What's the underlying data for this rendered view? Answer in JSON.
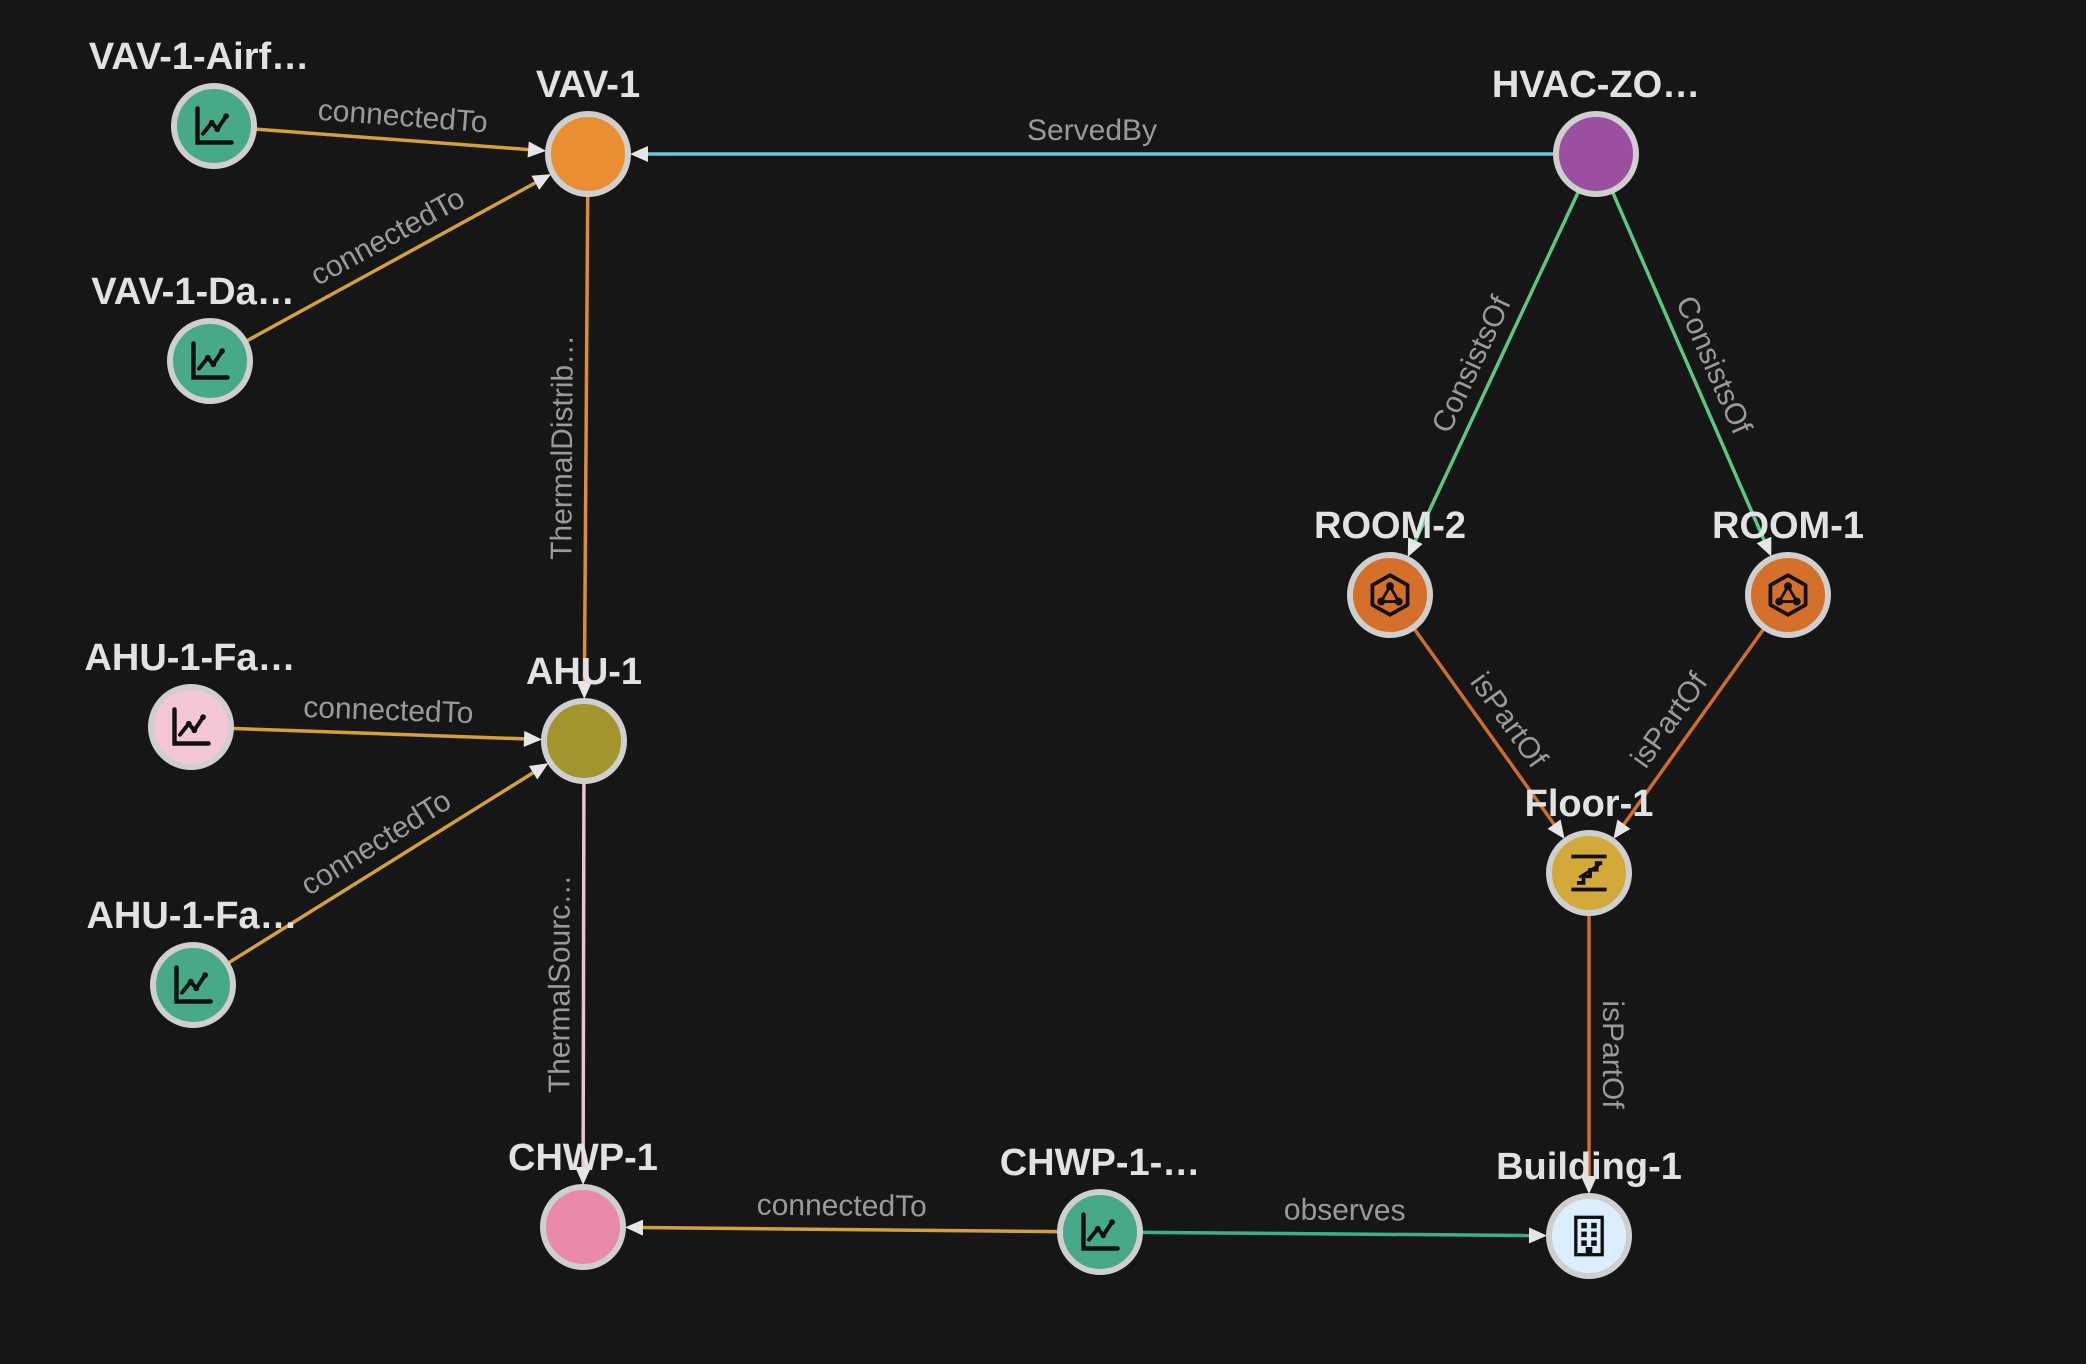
{
  "graph": {
    "nodes": {
      "vav1_airflow": {
        "label": "VAV-1-Airf…",
        "color": "#48a98a",
        "icon": "chart-line-icon"
      },
      "vav1_damper": {
        "label": "VAV-1-Da…",
        "color": "#48a98a",
        "icon": "chart-line-icon"
      },
      "vav1": {
        "label": "VAV-1",
        "color": "#e98e32",
        "icon": ""
      },
      "hvac_zone": {
        "label": "HVAC-ZO…",
        "color": "#9b4fa1",
        "icon": ""
      },
      "room2": {
        "label": "ROOM-2",
        "color": "#d4702a",
        "icon": "room-hexagon-icon"
      },
      "room1": {
        "label": "ROOM-1",
        "color": "#d4702a",
        "icon": "room-hexagon-icon"
      },
      "ahu1_fan_a": {
        "label": "AHU-1-Fa…",
        "color": "#f5c6d7",
        "icon": "chart-line-icon"
      },
      "ahu1_fan_b": {
        "label": "AHU-1-Fa…",
        "color": "#48a98a",
        "icon": "chart-line-icon"
      },
      "ahu1": {
        "label": "AHU-1",
        "color": "#a3952e",
        "icon": ""
      },
      "floor1": {
        "label": "Floor-1",
        "color": "#d2a93a",
        "icon": "stairs-icon"
      },
      "chwp1": {
        "label": "CHWP-1",
        "color": "#e98aa9",
        "icon": ""
      },
      "chwp1_sensor": {
        "label": "CHWP-1-…",
        "color": "#48a98a",
        "icon": "chart-line-icon"
      },
      "building1": {
        "label": "Building-1",
        "color": "#dceefd",
        "icon": "building-icon"
      }
    },
    "edges": [
      {
        "from": "vav1_airflow",
        "to": "vav1",
        "label": "connectedTo",
        "color": "#d4a03c"
      },
      {
        "from": "vav1_damper",
        "to": "vav1",
        "label": "connectedTo",
        "color": "#d4a03c"
      },
      {
        "from": "hvac_zone",
        "to": "vav1",
        "label": "ServedBy",
        "color": "#6ec8dc"
      },
      {
        "from": "vav1",
        "to": "ahu1",
        "label": "ThermalDistrib…",
        "color": "#e08c32"
      },
      {
        "from": "hvac_zone",
        "to": "room2",
        "label": "ConsistsOf",
        "color": "#5cc783"
      },
      {
        "from": "hvac_zone",
        "to": "room1",
        "label": "ConsistsOf",
        "color": "#5cc783"
      },
      {
        "from": "ahu1_fan_a",
        "to": "ahu1",
        "label": "connectedTo",
        "color": "#d4a03c"
      },
      {
        "from": "ahu1_fan_b",
        "to": "ahu1",
        "label": "connectedTo",
        "color": "#d4a03c"
      },
      {
        "from": "room2",
        "to": "floor1",
        "label": "isPartOf",
        "color": "#cf6e2c"
      },
      {
        "from": "room1",
        "to": "floor1",
        "label": "isPartOf",
        "color": "#cf6e2c"
      },
      {
        "from": "ahu1",
        "to": "chwp1",
        "label": "ThermalSourc…",
        "color": "#f0bfd2"
      },
      {
        "from": "floor1",
        "to": "building1",
        "label": "isPartOf",
        "color": "#cf6e2c"
      },
      {
        "from": "chwp1_sensor",
        "to": "chwp1",
        "label": "connectedTo",
        "color": "#d4a03c"
      },
      {
        "from": "chwp1_sensor",
        "to": "building1",
        "label": "observes",
        "color": "#3fae8c"
      }
    ]
  }
}
